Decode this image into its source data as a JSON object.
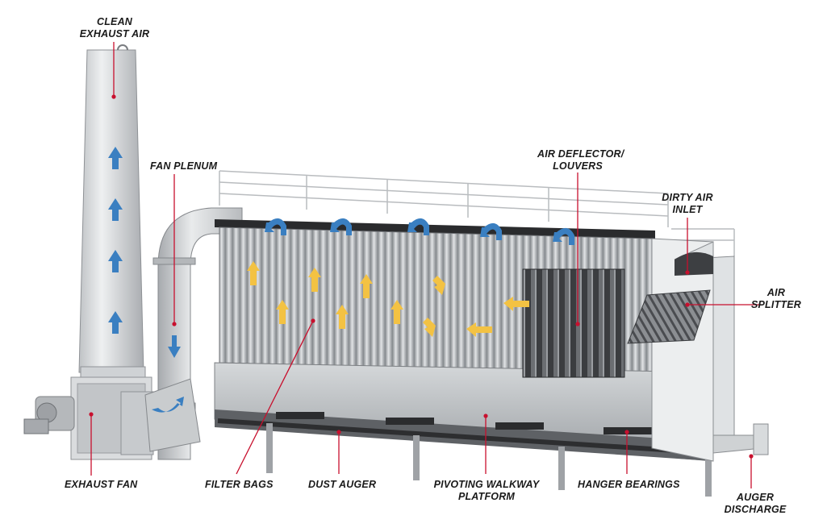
{
  "labels": {
    "clean_exhaust_air": [
      "CLEAN",
      "EXHAUST AIR"
    ],
    "fan_plenum": [
      "FAN PLENUM"
    ],
    "air_deflector": [
      "AIR DEFLECTOR/",
      "LOUVERS"
    ],
    "dirty_air_inlet": [
      "DIRTY AIR",
      "INLET"
    ],
    "air_splitter": [
      "AIR",
      "SPLITTER"
    ],
    "exhaust_fan": [
      "EXHAUST FAN"
    ],
    "filter_bags": [
      "FILTER BAGS"
    ],
    "dust_auger": [
      "DUST AUGER"
    ],
    "pivoting_walkway": [
      "PIVOTING WALKWAY",
      "PLATFORM"
    ],
    "hanger_bearings": [
      "HANGER BEARINGS"
    ],
    "auger_discharge": [
      "AUGER",
      "DISCHARGE"
    ]
  },
  "colors": {
    "leader_line": "#c8102e",
    "clean_air_arrow": "#3a7fc1",
    "dirty_air_arrow": "#f3c243",
    "steel_light": "#e4e6e8",
    "steel_mid": "#c3c6c9",
    "steel_dark": "#55585c",
    "label_text": "#1a1a1a"
  }
}
